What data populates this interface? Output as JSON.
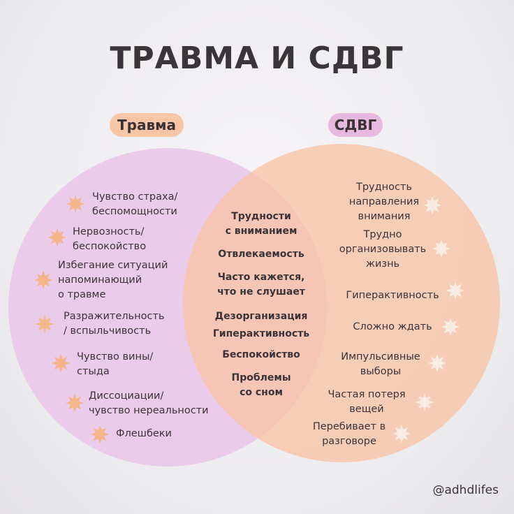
{
  "title": "ТРАВМА И СДВГ",
  "labels": {
    "left": "Травма",
    "right": "СДВГ"
  },
  "left_items": [
    "Чувство страха/\nбеспомощности",
    "Нервозность/\nбеспокойство",
    "Избегание ситуаций\nнапоминающий\nо травме",
    "Разражительность\n/ вспыльчивость",
    "Чувство вины/\nстыда",
    "Диссоциации/\nчувство нереальности",
    "Флешбеки"
  ],
  "middle_items": [
    "Трудности\nс вниманием",
    "Отвлекаемость",
    "Часто кажется,\nчто не слушает",
    "Дезорганизация",
    "Гиперактивность",
    "Беспокойство",
    "Проблемы\nсо сном"
  ],
  "right_items": [
    "Трудность\nнаправления\nвнимания",
    "Трудно\nорганизовывать\nжизнь",
    "Гиперактивность",
    "Сложно ждать",
    "Импульсивные\nвыборы",
    "Частая потеря\nвещей",
    "Перебивает в\nразговоре"
  ],
  "handle": "@adhdlifes",
  "colors": {
    "left_circle": "#e9c8e8",
    "right_circle": "#f7c4a8",
    "left_star": "#f4b58a",
    "right_star": "#f8ebe2"
  },
  "icons": {
    "bullet": "star-icon"
  }
}
